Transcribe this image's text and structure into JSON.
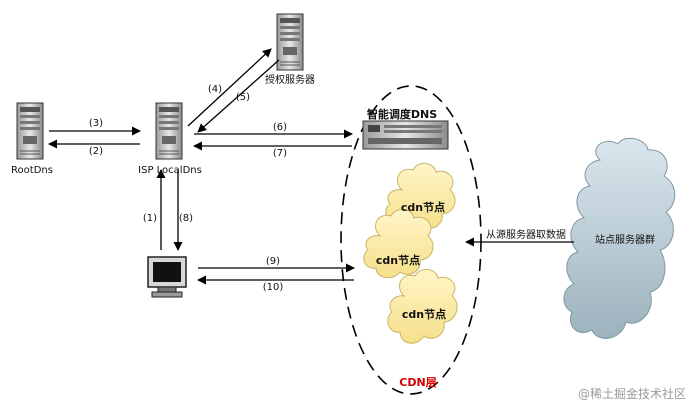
{
  "nodes": {
    "root_dns": "RootDns",
    "local_dns": "ISP LocalDns",
    "auth_server": "授权服务器",
    "smart_dns": "智能调度DNS",
    "cdn_node_1": "cdn节点",
    "cdn_node_2": "cdn节点",
    "cdn_node_3": "cdn节点",
    "site_cluster": "站点服务器群",
    "cdn_layer": "CDN层"
  },
  "steps": {
    "s1": "(1)",
    "s2": "(2)",
    "s3": "(3)",
    "s4": "(4)",
    "s5": "(5)",
    "s6": "(6)",
    "s7": "(7)",
    "s8": "(8)",
    "s9": "(9)",
    "s10": "(10)"
  },
  "edges": {
    "origin_fetch": "从源服务器取数据"
  },
  "watermark": "@稀土掘金技术社区"
}
